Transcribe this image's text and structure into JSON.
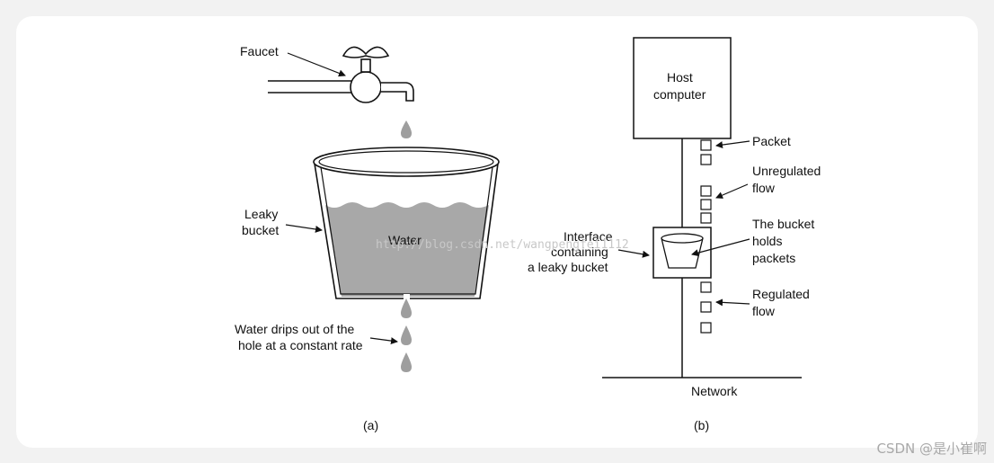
{
  "panel_a": {
    "faucet_label": "Faucet",
    "bucket_label_line1": "Leaky",
    "bucket_label_line2": "bucket",
    "water_label": "Water",
    "drips_label_line1": "Water drips out of the",
    "drips_label_line2": "hole at a constant rate",
    "caption": "(a)"
  },
  "panel_b": {
    "host_line1": "Host",
    "host_line2": "computer",
    "packet_label": "Packet",
    "unregulated_line1": "Unregulated",
    "unregulated_line2": "flow",
    "interface_line1": "Interface",
    "interface_line2": "containing",
    "interface_line3": "a leaky bucket",
    "holds_line1": "The bucket",
    "holds_line2": "holds",
    "holds_line3": "packets",
    "regulated_line1": "Regulated",
    "regulated_line2": "flow",
    "network_label": "Network",
    "caption": "(b)"
  },
  "watermark": "http://blog.csdn.net/wangpengfei1112",
  "brand": "CSDN @是小崔啊"
}
